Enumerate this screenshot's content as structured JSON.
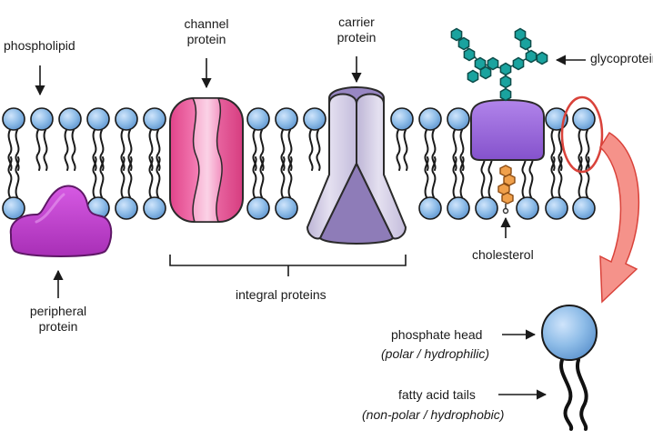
{
  "labels": {
    "phospholipid": "phospholipid",
    "channel_protein": [
      "channel",
      "protein"
    ],
    "carrier_protein": [
      "carrier",
      "protein"
    ],
    "glycoprotein": "glycoprotein",
    "cholesterol": "cholesterol",
    "peripheral_protein": [
      "peripheral",
      "protein"
    ],
    "integral_proteins": "integral proteins",
    "phosphate_head": "phosphate head",
    "phosphate_head_note": "(polar / hydrophilic)",
    "fatty_acid_tails": "fatty acid tails",
    "fatty_acid_tails_note": "(non-polar / hydrophobic)"
  },
  "colors": {
    "phospholipid_head": "#8fbde8",
    "channel_protein": "#f0609e",
    "carrier_protein": "#d6d1e6",
    "carrier_protein_shadow": "#8e7cb8",
    "peripheral_protein": "#c93fd6",
    "glycoprotein": "#9a63dd",
    "sugar_chain": "#1aa39f",
    "cholesterol": "#f0a04b",
    "highlight_circle": "#d9423a",
    "callout_arrow": "#f07e72"
  }
}
